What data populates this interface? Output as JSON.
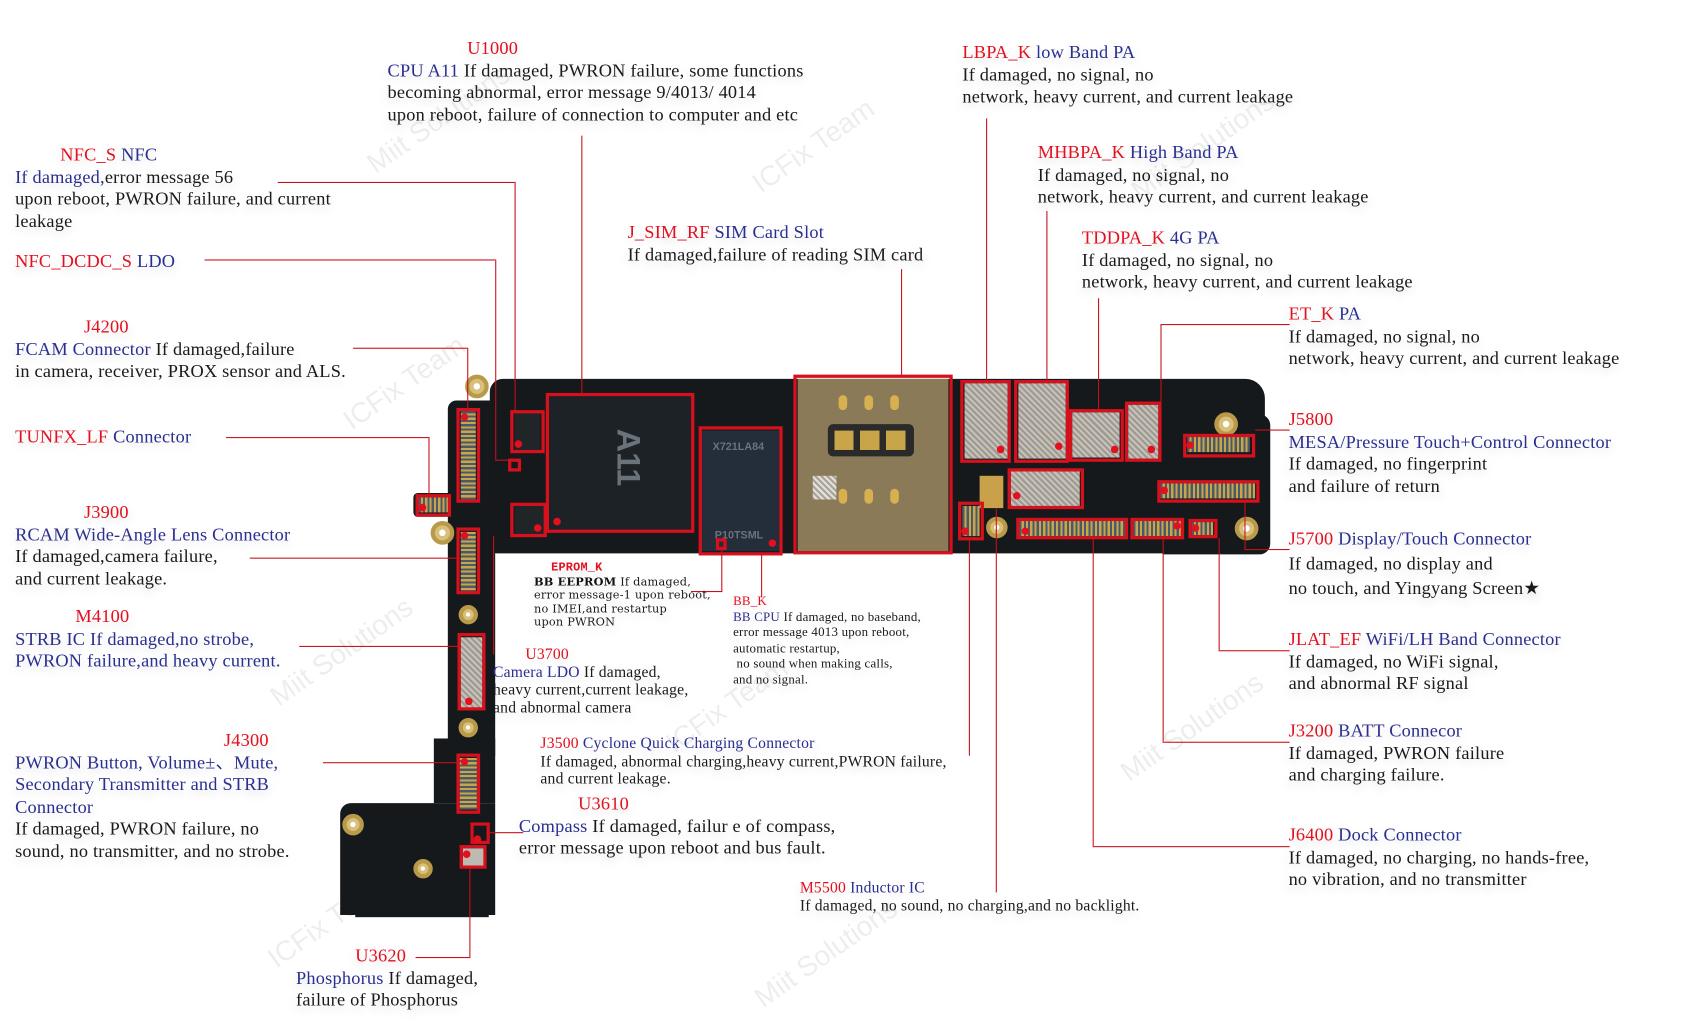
{
  "title": "iPhone 8 logic board component failure map",
  "watermarks": [
    "Miit Solutions",
    "ICFix Team"
  ],
  "colors": {
    "code": "#e3101f",
    "name": "#2a2f8f",
    "desc": "#1a1a1a",
    "leader": "#c8101b",
    "board": "#16191b"
  },
  "board": {
    "cpu_mark": "A11",
    "nand_mark_1": "X721LA84",
    "nand_mark_2": "P10TSML"
  },
  "labels": {
    "u1000": {
      "code": "U1000",
      "name": "CPU  A11",
      "desc": [
        "If damaged, PWRON failure, some functions",
        "becoming abnormal,  error  message 9/4013/ 4014",
        "upon reboot,   failure of connection to computer and etc"
      ]
    },
    "nfc_s": {
      "code": "NFC_S",
      "name": "NFC",
      "desc_blue": "If damaged,",
      "desc": [
        "error  message 56",
        "upon reboot, PWRON failure, and current",
        "leakage"
      ]
    },
    "nfc_dcdc": {
      "code": "NFC_DCDC_S",
      "name": "LDO"
    },
    "j4200": {
      "code": "J4200",
      "name": "FCAM Connector",
      "desc": [
        "If damaged,failure",
        "in camera, receiver, PROX sensor and ALS."
      ]
    },
    "tunfx": {
      "code": "TUNFX_LF",
      "name": "Connector"
    },
    "j3900": {
      "code": "J3900",
      "name": "RCAM Wide-Angle Lens Connector",
      "desc": [
        "If damaged,camera failure,",
        "and current leakage."
      ]
    },
    "m4100": {
      "code": "M4100",
      "name": "STRB IC",
      "desc": [
        "If damaged,no strobe,",
        "PWRON failure,and heavy current."
      ]
    },
    "j4300": {
      "code": "J4300",
      "name": [
        "PWRON Button,  Volume±、Mute,",
        "Secondary Transmitter and STRB",
        "Connector"
      ],
      "desc": [
        "If damaged,  PWRON  failure,  no",
        "sound, no transmitter, and no strobe."
      ]
    },
    "u3620": {
      "code": "U3620",
      "name": "Phosphorus",
      "desc": [
        "If damaged,",
        "failure  of  Phosphorus"
      ]
    },
    "eprom": {
      "code": "EPROM_K",
      "name": "BB EEPROM",
      "desc": [
        "If damaged,",
        "error message-1  upon reboot,",
        "no  IMEI,and  restartup",
        "upon PWRON"
      ]
    },
    "bb_k": {
      "code": "BB_K",
      "name": "BB  CPU",
      "desc": [
        "If  damaged, no  baseband,",
        "error message 4013 upon reboot,",
        "automatic restartup,",
        " no sound when making calls,",
        "and no signal."
      ]
    },
    "u3700": {
      "code": "U3700",
      "name": "Camera LDO",
      "desc": [
        "If  damaged,",
        "heavy  current,current leakage,",
        "and  abnormal  camera"
      ]
    },
    "j3500": {
      "code": "J3500",
      "name": "Cyclone  Quick  Charging  Connector",
      "desc": [
        "If  damaged,  abnormal  charging,heavy current,PWRON failure,",
        "and  current  leakage."
      ]
    },
    "u3610": {
      "code": "U3610",
      "name": "Compass",
      "desc": [
        "If damaged, failur e of compass,",
        "error message upon reboot and bus fault."
      ]
    },
    "m5500": {
      "code": "M5500",
      "name": "Inductor  IC",
      "desc": [
        "If  damaged, no sound, no charging,and no backlight."
      ]
    },
    "j_sim": {
      "code": "J_SIM_RF",
      "name": "SIM Card Slot",
      "desc": [
        "If damaged,failure of reading SIM card"
      ]
    },
    "lbpa": {
      "code": "LBPA_K",
      "name": "low Band PA",
      "desc": [
        "If  damaged,   no  signal,   no",
        "network, heavy current, and current leakage"
      ]
    },
    "mhbpa": {
      "code": "MHBPA_K",
      "name": "High  Band PA",
      "desc": [
        "If  damaged,   no  signal,   no",
        "network, heavy current, and current leakage"
      ]
    },
    "tddpa": {
      "code": "TDDPA_K",
      "name": "4G  PA",
      "desc": [
        "If  damaged,   no  signal,   no",
        "network, heavy current, and current leakage"
      ]
    },
    "et_k": {
      "code": "ET_K",
      "name": "PA",
      "desc": [
        "If  damaged,   no  signal,   no",
        "network, heavy current, and current leakage"
      ]
    },
    "j5800": {
      "code": "J5800",
      "name": "MESA/Pressure Touch+Control Connector",
      "desc": [
        "If  damaged, no  fingerprint",
        "and  failure  of return"
      ]
    },
    "j5700": {
      "code": "J5700",
      "name": "Display/Touch Connector",
      "desc": [
        "If  damaged,   no  display  and",
        "no  touch,   and  Yingyang  Screen★"
      ]
    },
    "jlat": {
      "code": "JLAT_EF",
      "name": "WiFi/LH Band Connector",
      "desc": [
        "If  damaged,   no  WiFi signal,",
        "and abnormal RF signal"
      ]
    },
    "j3200": {
      "code": "J3200",
      "name": "BATT  Connecor",
      "desc": [
        "If  damaged,  PWRON failure",
        "and charging failure."
      ]
    },
    "j6400": {
      "code": "J6400",
      "name": "Dock Connector",
      "desc": [
        "If damaged, no charging, no hands-free,",
        "no vibration, and no transmitter"
      ]
    }
  }
}
